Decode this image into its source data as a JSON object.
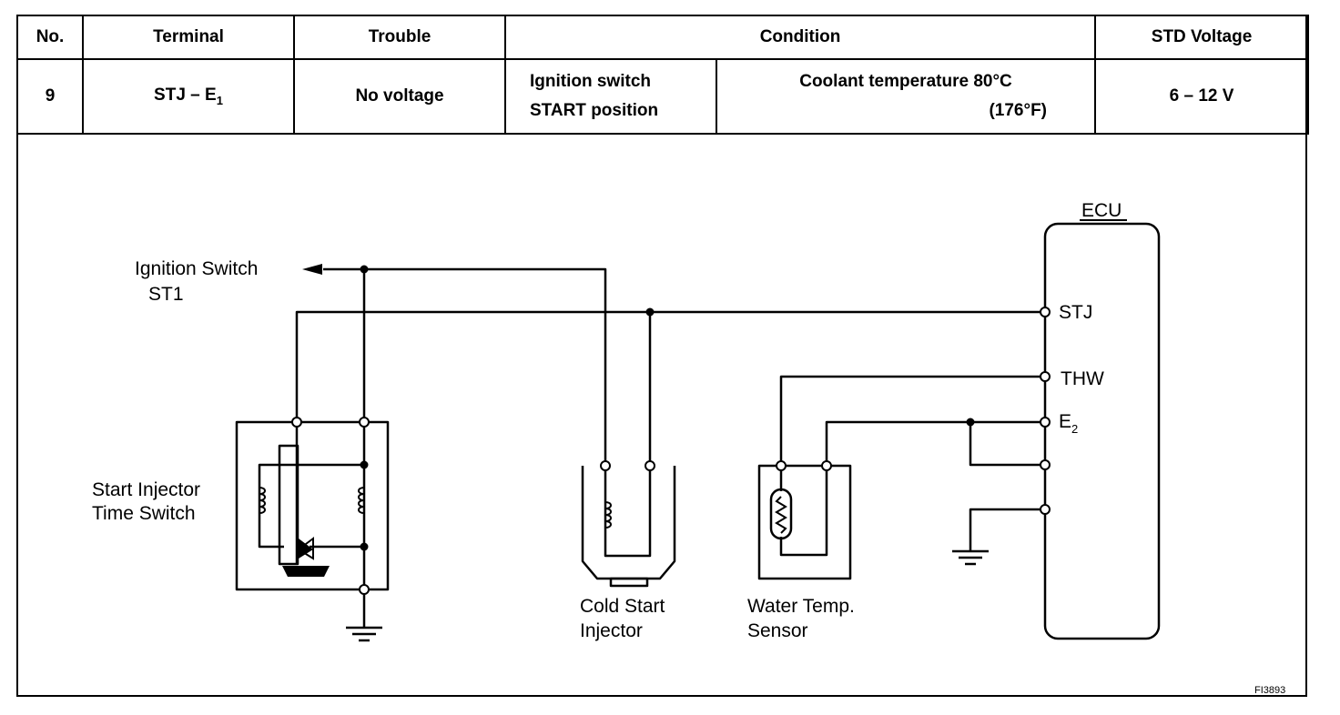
{
  "table": {
    "headers": {
      "no": "No.",
      "terminal": "Terminal",
      "trouble": "Trouble",
      "condition": "Condition",
      "std_voltage": "STD Voltage"
    },
    "row": {
      "no": "9",
      "terminal": "STJ – E",
      "terminal_sub": "1",
      "trouble": "No voltage",
      "condition_a_line1": "Ignition switch",
      "condition_a_line2": "START position",
      "condition_b_line1": "Coolant temperature 80°C",
      "condition_b_line2": "(176°F)",
      "std_voltage": "6 – 12 V"
    }
  },
  "diagram": {
    "ecu_label": "ECU",
    "pin_stj": "STJ",
    "pin_thw": "THW",
    "pin_e2": "E",
    "pin_e2_sub": "2",
    "ignition_line1": "Ignition Switch",
    "ignition_line2": "ST1",
    "time_switch_line1": "Start Injector",
    "time_switch_line2": "Time Switch",
    "cold_start_line1": "Cold Start",
    "cold_start_line2": "Injector",
    "water_temp_line1": "Water Temp.",
    "water_temp_line2": "Sensor",
    "figure_code": "FI3893"
  }
}
